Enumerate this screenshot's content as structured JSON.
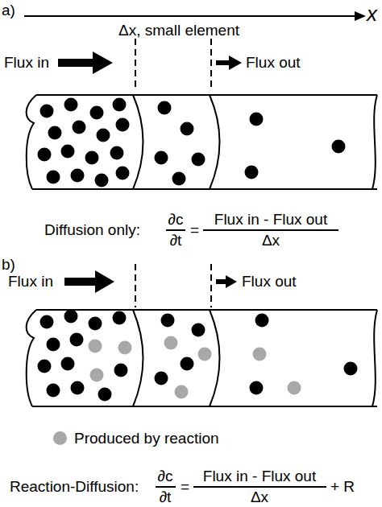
{
  "diagram": {
    "labels": [
      "x",
      "Δx, small element",
      "a)",
      "Flux in",
      "Flux out",
      "Diffusion only:",
      "∂c",
      "∂t",
      "=",
      "Flux in - Flux out",
      "Δx",
      "b)",
      "Flux in",
      "Flux out",
      "Reaction-Diffusion:",
      "∂c",
      "∂t",
      "=",
      "Flux in - Flux out",
      "Δx",
      "+ R"
    ],
    "legend": [
      {
        "text": "Produced by reaction",
        "color": "#a8a8a8"
      }
    ]
  }
}
